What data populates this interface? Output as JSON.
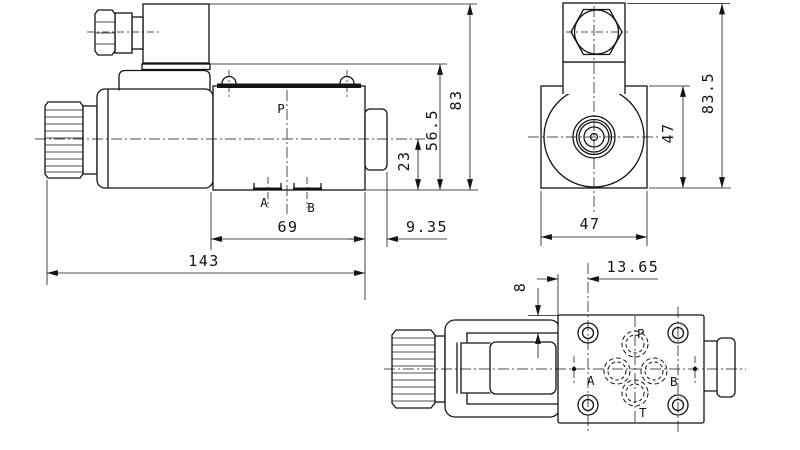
{
  "drawing_title": "solenoid-valve-dimensional-drawing",
  "colors": {
    "line": "#141414",
    "background": "#ffffff"
  },
  "side_view": {
    "label_p": "P",
    "label_a": "A",
    "label_b": "B",
    "dim_total_length": "143",
    "dim_body_length": "69",
    "dim_protrusion": "9.35",
    "dim_center_height": "23",
    "dim_connector_base_height": "56.5",
    "dim_total_height": "83"
  },
  "end_view": {
    "dim_body_width": "47",
    "dim_body_height": "47",
    "dim_total_height": "83.5"
  },
  "bottom_view": {
    "label_p": "P",
    "label_a": "A",
    "label_b": "B",
    "label_t": "T",
    "dim_hole_offset": "13.65",
    "dim_edge_offset": "8"
  }
}
